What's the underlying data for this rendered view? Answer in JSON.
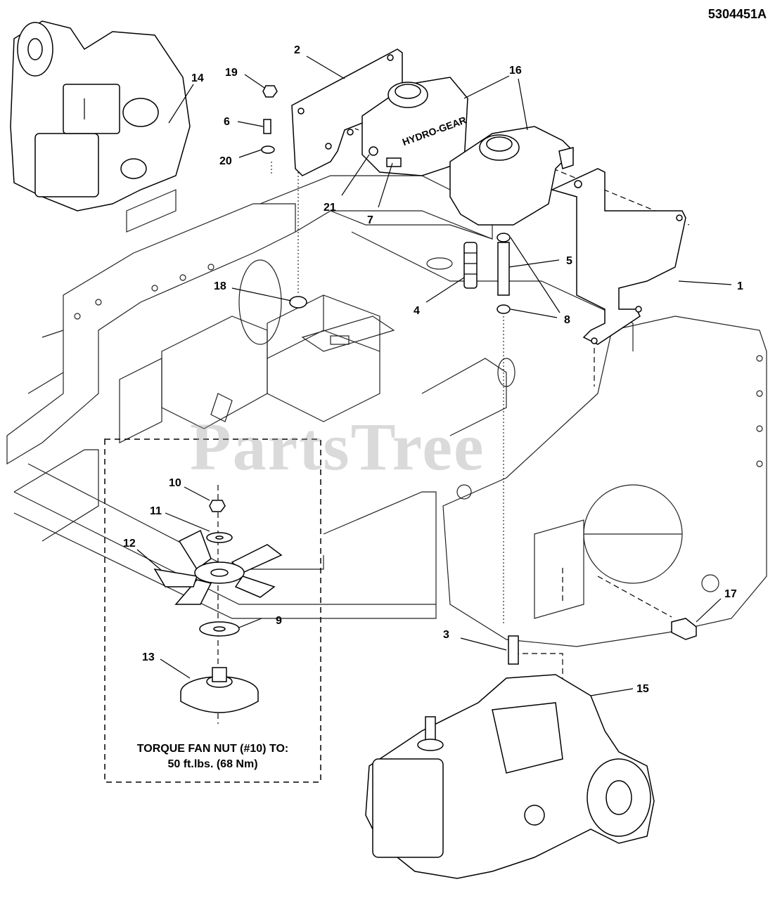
{
  "document_id": "5304451A",
  "watermark": "PartsTree",
  "reservoir_label": "HYDRO-GEAR",
  "note": {
    "line1": "TORQUE FAN NUT (#10) TO:",
    "line2": "50 ft.lbs. (68 Nm)"
  },
  "callouts": [
    "1",
    "2",
    "3",
    "4",
    "5",
    "6",
    "7",
    "8",
    "8",
    "9",
    "10",
    "11",
    "12",
    "13",
    "14",
    "15",
    "16",
    "16",
    "17",
    "18",
    "19",
    "20",
    "21"
  ],
  "parts": {
    "frame": "chassis-frame",
    "reservoir": "hydro-reservoir",
    "transaxle": "hydrostatic-transaxle"
  }
}
